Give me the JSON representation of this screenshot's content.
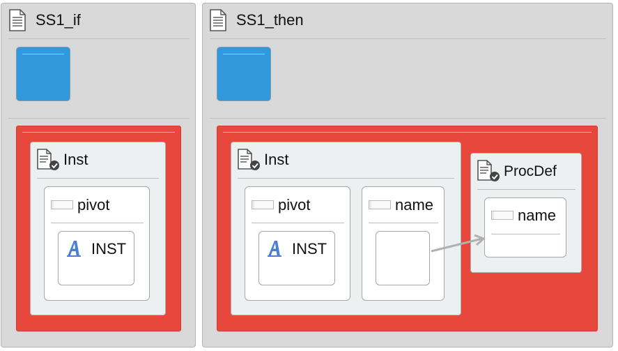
{
  "left_panel": {
    "title": "SS1_if",
    "inst_node": {
      "title": "Inst",
      "pivot": {
        "label": "pivot",
        "value": "INST"
      }
    }
  },
  "right_panel": {
    "title": "SS1_then",
    "inst_node": {
      "title": "Inst",
      "pivot": {
        "label": "pivot",
        "value": "INST"
      },
      "name": {
        "label": "name"
      }
    },
    "procdef_node": {
      "title": "ProcDef",
      "name": {
        "label": "name"
      }
    }
  },
  "icons": {
    "document": "document-icon",
    "document_check": "document-check-icon",
    "field": "field-icon",
    "type_a": "type-a-icon",
    "arrow": "reference-arrow"
  },
  "colors": {
    "panel_bg": "#d9d9d9",
    "red_region": "#e8483c",
    "blue_block": "#3399dd",
    "node_bg": "#ecf0f1",
    "arrow": "#b0b0b0"
  }
}
